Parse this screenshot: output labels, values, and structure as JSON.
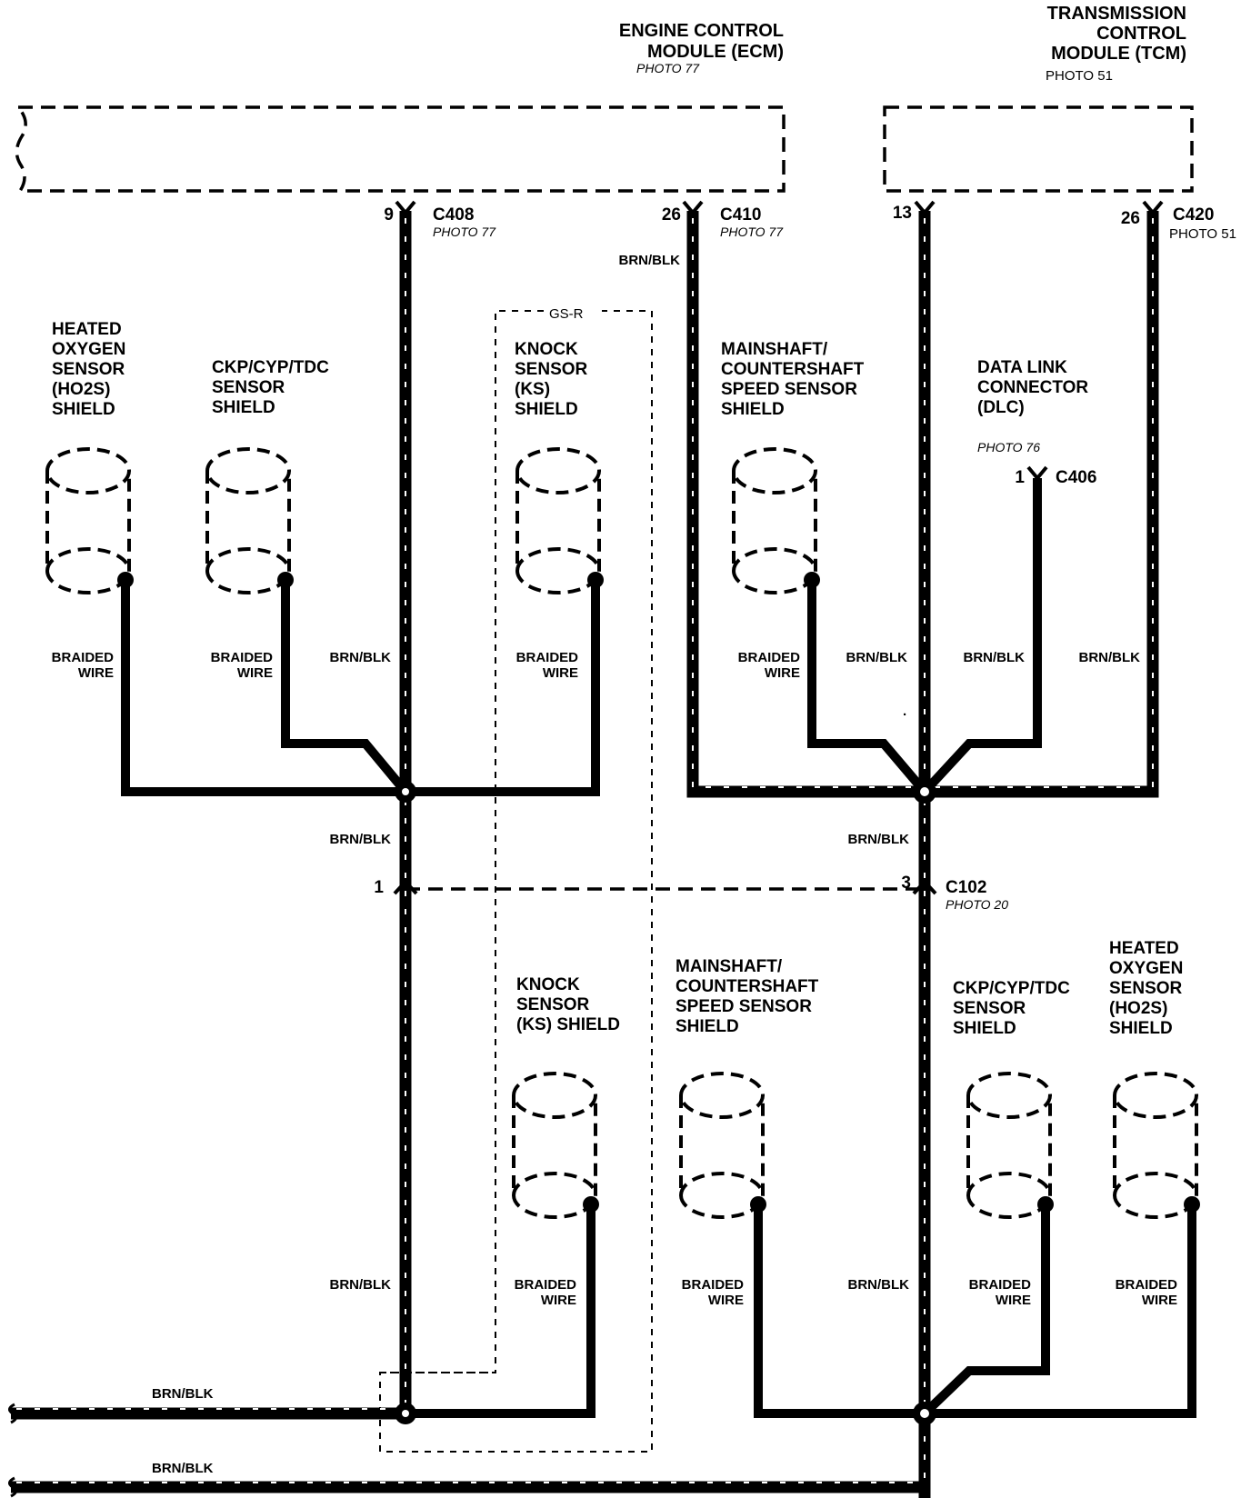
{
  "modules": {
    "ecm": {
      "title_line1": "ENGINE CONTROL",
      "title_line2": "MODULE (ECM)",
      "photo": "PHOTO 77"
    },
    "tcm": {
      "title_line1": "TRANSMISSION",
      "title_line2": "CONTROL",
      "title_line3": "MODULE (TCM)",
      "photo": "PHOTO 51"
    }
  },
  "connectors": {
    "c408": {
      "pin": "9",
      "name": "C408",
      "photo": "PHOTO 77"
    },
    "c410": {
      "pin": "26",
      "name": "C410",
      "photo": "PHOTO 77"
    },
    "tcm13": {
      "pin": "13"
    },
    "c420": {
      "pin": "26",
      "name": "C420",
      "photo": "PHOTO 51"
    },
    "c406": {
      "pin": "1",
      "name": "C406",
      "photo": "PHOTO 76"
    },
    "c102": {
      "pin_left": "1",
      "pin_right": "3",
      "name": "C102",
      "photo": "PHOTO 20"
    }
  },
  "variant": "GS-R",
  "stray_mark": ".",
  "wire_labels": {
    "brn_blk": "BRN/BLK",
    "braided_line1": "BRAIDED",
    "braided_line2": "WIRE"
  },
  "upper_shields": {
    "ho2s": [
      "HEATED",
      "OXYGEN",
      "SENSOR",
      "(HO2S)",
      "SHIELD"
    ],
    "ckp": [
      "CKP/CYP/TDC",
      "SENSOR",
      "SHIELD"
    ],
    "ks": [
      "KNOCK",
      "SENSOR",
      "(KS)",
      "SHIELD"
    ],
    "mainshaft": [
      "MAINSHAFT/",
      "COUNTERSHAFT",
      "SPEED SENSOR",
      "SHIELD"
    ],
    "dlc": [
      "DATA LINK",
      "CONNECTOR",
      "(DLC)"
    ]
  },
  "lower_shields": {
    "ks": [
      "KNOCK",
      "SENSOR",
      "(KS) SHIELD"
    ],
    "mainshaft": [
      "MAINSHAFT/",
      "COUNTERSHAFT",
      "SPEED SENSOR",
      "SHIELD"
    ],
    "ckp": [
      "CKP/CYP/TDC",
      "SENSOR",
      "SHIELD"
    ],
    "ho2s": [
      "HEATED",
      "OXYGEN",
      "SENSOR",
      "(HO2S)",
      "SHIELD"
    ]
  }
}
